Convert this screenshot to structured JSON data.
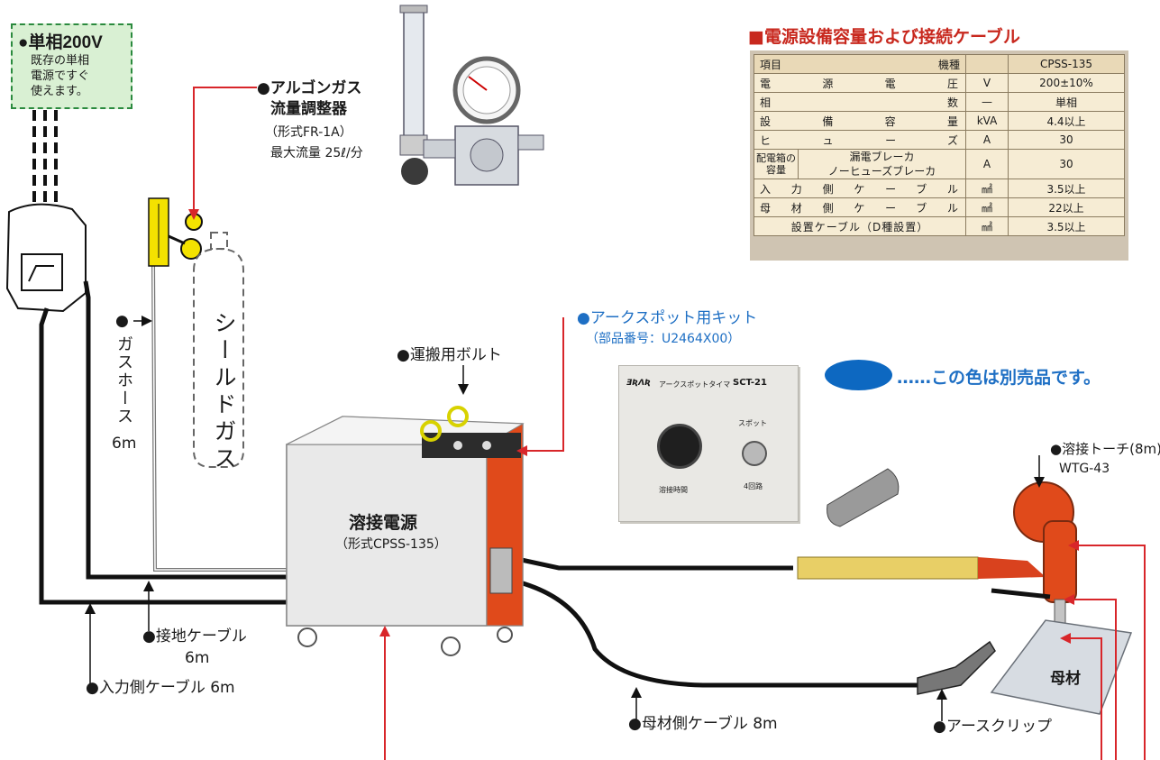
{
  "power": {
    "voltage": "●単相200V",
    "line1": "既存の単相",
    "line2": "電源ですぐ",
    "line3": "使えます。"
  },
  "regulator": {
    "name1": "●アルゴンガス",
    "name2": "流量調整器",
    "model": "（形式FR-1A）",
    "flow": "最大流量 25ℓ/分"
  },
  "spec_table": {
    "title": "■電源設備容量および接続ケーブル",
    "header_item": "項目",
    "header_model": "機種",
    "header_product": "CPSS-135",
    "rows": [
      {
        "item": "電源電圧",
        "unit": "V",
        "value": "200±10%"
      },
      {
        "item": "相数",
        "unit": "—",
        "value": "単相"
      },
      {
        "item": "設備容量",
        "unit": "kVA",
        "value": "4.4以上"
      },
      {
        "item": "ヒューズ",
        "unit": "A",
        "value": "30"
      },
      {
        "group": "配電箱の容量",
        "item": "漏電ブレーカ",
        "item2": "ノーヒューズブレーカ",
        "unit": "A",
        "value": "30"
      },
      {
        "item": "入力側ケーブル",
        "unit": "㎟",
        "value": "3.5以上"
      },
      {
        "item": "母材側ケーブル",
        "unit": "㎟",
        "value": "22以上"
      },
      {
        "item": "設置ケーブル（D種設置）",
        "unit": "㎟",
        "value": "3.5以上"
      }
    ]
  },
  "labels": {
    "gas_hose_bullet": "●",
    "gas_hose": "ガスホース",
    "gas_hose_len": "6m",
    "shield_gas": "シールドガス",
    "arc_kit": "●アークスポット用キット",
    "arc_kit_part": "（部品番号：U2464X00）",
    "bolt": "●運搬用ボルト",
    "legend": "……この色は別売品です。",
    "torch": "●溶接トーチ(8m)",
    "torch_model": "WTG-43",
    "psu_title": "溶接電源",
    "psu_model": "（形式CPSS-135）",
    "ground_cable": "●接地ケーブル",
    "ground_len": "6m",
    "input_cable": "●入力側ケーブル 6m",
    "base_cable": "●母材側ケーブル 8m",
    "earth_clip": "●アースクリップ",
    "base_metal": "母材"
  },
  "timer": {
    "brand": "ƎƦΛƦ",
    "name": "アークスポットタイマ",
    "model": "SCT-21",
    "dial_label": "溶接時間",
    "switch_label": "スポット",
    "switch_sub": "4回路"
  },
  "colors": {
    "red_lead": "#d8262a",
    "optional_blue": "#0d68c1",
    "psu_orange": "#e04a1b"
  }
}
